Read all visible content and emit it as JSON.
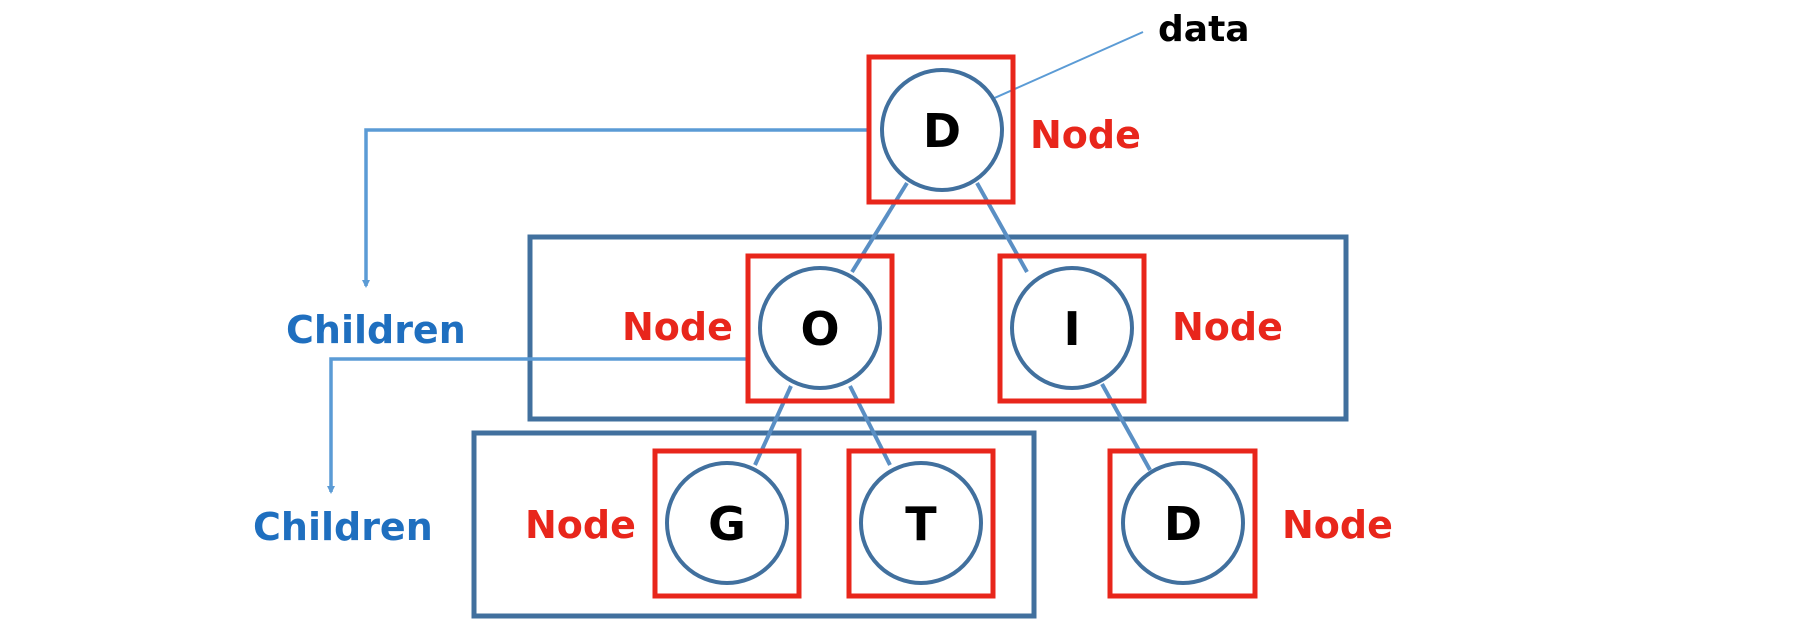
{
  "diagram": {
    "data_label": "data",
    "node_label": "Node",
    "children_label": "Children",
    "nodes": {
      "root": "D",
      "left": "O",
      "right": "I",
      "left_left": "G",
      "left_right": "T",
      "right_child": "D"
    }
  },
  "colors": {
    "node_box": "#e8261b",
    "children_box": "#41709e",
    "circle_stroke": "#41709e",
    "edge": "#5a8fc4",
    "pointer_arrow": "#5b9bd5",
    "children_text": "#1f6fbf",
    "node_text": "#e8261b"
  }
}
